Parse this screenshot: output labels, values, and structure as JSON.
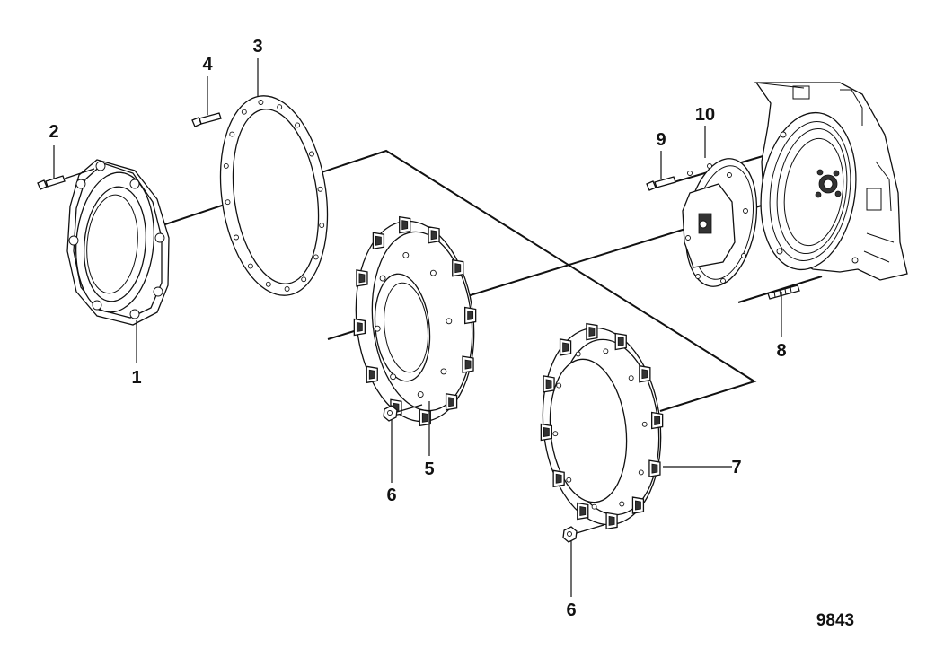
{
  "figure_number": "9843",
  "callouts": [
    {
      "id": "c1",
      "label": "1"
    },
    {
      "id": "c2",
      "label": "2"
    },
    {
      "id": "c3",
      "label": "3"
    },
    {
      "id": "c4",
      "label": "4"
    },
    {
      "id": "c5",
      "label": "5"
    },
    {
      "id": "c6a",
      "label": "6"
    },
    {
      "id": "c6b",
      "label": "6"
    },
    {
      "id": "c7",
      "label": "7"
    },
    {
      "id": "c8",
      "label": "8"
    },
    {
      "id": "c9",
      "label": "9"
    },
    {
      "id": "c10",
      "label": "10"
    }
  ],
  "colors": {
    "ink": "#111111",
    "background": "#ffffff"
  }
}
